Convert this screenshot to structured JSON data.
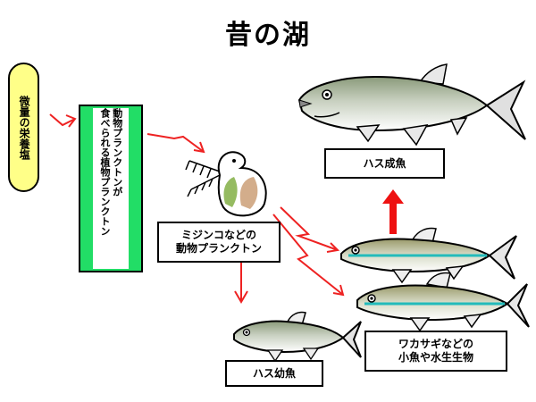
{
  "title": "昔の湖",
  "nodes": {
    "nutrients": {
      "text": "微量の栄養塩"
    },
    "phytoplankton": {
      "line1": "動物プランクトンが",
      "line2": "食べられる植物プランクトン"
    },
    "zooplankton": {
      "line1": "ミジンコなどの",
      "line2": "動物プランクトン"
    },
    "adult_fish": {
      "text": "ハス成魚"
    },
    "juvenile_fish": {
      "text": "ハス幼魚"
    },
    "small_fish": {
      "line1": "ワカサギなどの",
      "line2": "小魚や水生生物"
    }
  },
  "colors": {
    "arrow": "#ee2222",
    "nutrient_fill": "#ffff88",
    "box_green": "#22dd66",
    "fish_stripe": "#22bbbb"
  },
  "icons": [
    "water-flea-icon",
    "adult-fish-icon",
    "smelt-fish-icon",
    "juvenile-fish-icon"
  ]
}
